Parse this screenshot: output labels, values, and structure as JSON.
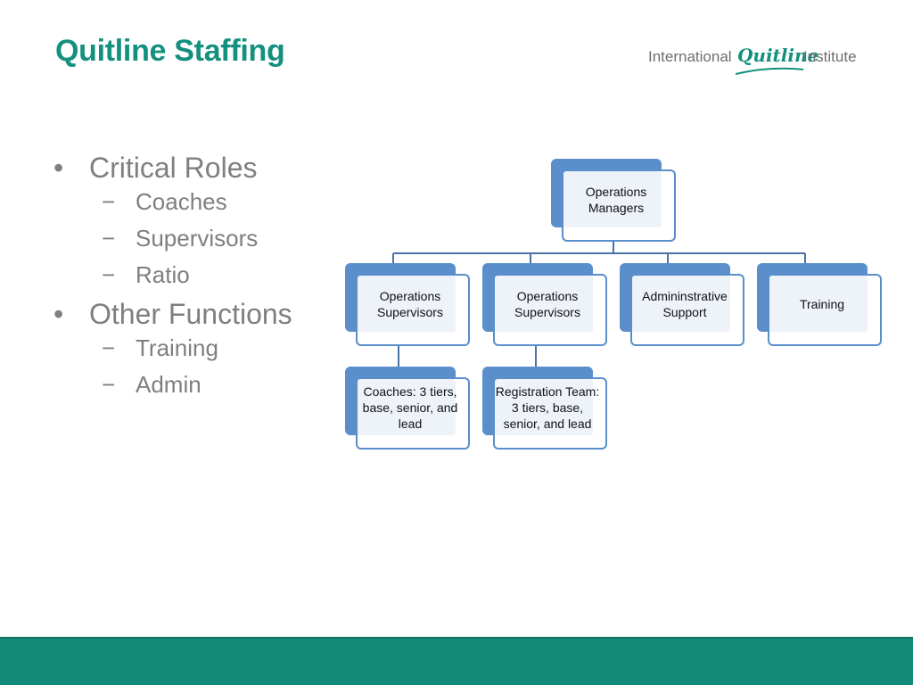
{
  "slide": {
    "title": "Quitline Staffing",
    "logo": {
      "part1": "International",
      "part2": "Quitline",
      "part3": "Institute"
    }
  },
  "bullets": [
    {
      "mark": "•",
      "text": "Critical Roles",
      "children": [
        {
          "mark": "−",
          "text": "Coaches"
        },
        {
          "mark": "−",
          "text": "Supervisors"
        },
        {
          "mark": "−",
          "text": "Ratio"
        }
      ]
    },
    {
      "mark": "•",
      "text": "Other Functions",
      "children": [
        {
          "mark": "−",
          "text": "Training"
        },
        {
          "mark": "−",
          "text": "Admin"
        }
      ]
    }
  ],
  "org_chart": {
    "nodes": [
      {
        "id": "ops-managers",
        "label": "Operations Managers",
        "parent": null
      },
      {
        "id": "ops-supervisors-1",
        "label": "Operations Supervisors",
        "parent": "ops-managers"
      },
      {
        "id": "ops-supervisors-2",
        "label": "Operations Supervisors",
        "parent": "ops-managers"
      },
      {
        "id": "admin-support",
        "label": "Admininstrative Support",
        "parent": "ops-managers"
      },
      {
        "id": "training",
        "label": "Training",
        "parent": "ops-managers"
      },
      {
        "id": "coaches",
        "label": "Coaches:  3 tiers, base, senior, and lead",
        "parent": "ops-supervisors-1"
      },
      {
        "id": "registration",
        "label": "Registration Team:  3 tiers, base, senior, and lead",
        "parent": "ops-supervisors-2"
      }
    ],
    "colors": {
      "box": "#5a8fcb",
      "connector": "#4a73a8",
      "fill": "#ffffff",
      "tint": "#eef3fa"
    }
  },
  "theme": {
    "title_color": "#14907e",
    "footer_color": "#128a79",
    "bullet_color": "#7f7f7f"
  }
}
